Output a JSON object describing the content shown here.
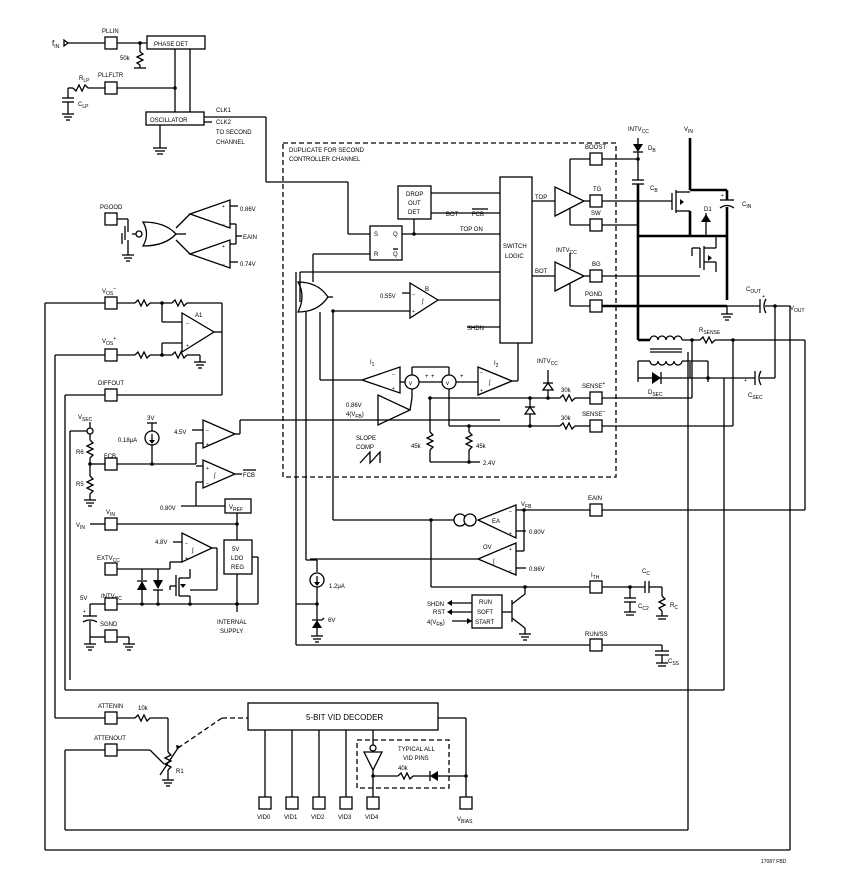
{
  "pins": {
    "fin": "f",
    "fin_sub": "IN",
    "pllin": "PLLIN",
    "pllfltr": "PLLFLTR",
    "pgood": "PGOOD",
    "vos_minus": "V",
    "vos_minus_sub": "OS",
    "vos_minus_sup": "–",
    "vos_plus": "V",
    "vos_plus_sub": "OS",
    "vos_plus_sup": "+",
    "diffout": "DIFFOUT",
    "vsec": "V",
    "vsec_sub": "SEC",
    "fcb": "FCB",
    "vin_left": "V",
    "vin_left_sub": "IN",
    "extvcc": "EXTV",
    "extvcc_sub": "CC",
    "intvcc_left": "INTV",
    "intvcc_left_sub": "CC",
    "sgnd": "SGND",
    "attenin": "ATTENIN",
    "attenout": "ATTENOUT",
    "boost": "BOOST",
    "tg": "TG",
    "sw": "SW",
    "bg": "BG",
    "pgnd": "PGND",
    "sense_plus": "SENSE",
    "sense_plus_sup": "+",
    "sense_minus": "SENSE",
    "sense_minus_sup": "–",
    "eain": "EAIN",
    "ith": "I",
    "ith_sub": "TH",
    "runss": "RUN/SS",
    "vid0": "VID0",
    "vid1": "VID1",
    "vid2": "VID2",
    "vid3": "VID3",
    "vid4": "VID4",
    "vbias": "V",
    "vbias_sub": "BIAS"
  },
  "blocks": {
    "phase_det": "PHASE DET",
    "oscillator": "OSCILLATOR",
    "clk1": "CLK1",
    "clk2_line1": "CLK2",
    "clk2_line2": "TO SECOND",
    "clk2_line3": "CHANNEL",
    "duplicate_line1": "DUPLICATE FOR SECOND",
    "duplicate_line2": "CONTROLLER CHANNEL",
    "drop_out_det_1": "DROP",
    "drop_out_det_2": "OUT",
    "drop_out_det_3": "DET",
    "switch_logic_1": "SWITCH",
    "switch_logic_2": "LOGIC",
    "bot": "BOT",
    "fcb_bar": "FCB",
    "top_on": "TOP ON",
    "top": "TOP",
    "bot2": "BOT",
    "shdn": "SHDN",
    "sr_s": "S",
    "sr_r": "R",
    "sr_q": "Q",
    "sr_qbar": "Q",
    "b_label": "B",
    "v055": "0.55V",
    "i1": "I",
    "i1_sub": "1",
    "i2": "I",
    "i2_sub": "2",
    "v086_top": "0.86V",
    "v4vfb": "4(V",
    "v4vfb_sub": "FB",
    "v4vfb_end": ")",
    "slope_comp_1": "SLOPE",
    "slope_comp_2": "COMP",
    "r30k_a": "30k",
    "r30k_b": "30k",
    "r45k_a": "45k",
    "r45k_b": "45k",
    "v24": "2.4V",
    "intvcc_mid": "INTV",
    "intvcc_mid_sub": "CC",
    "intvcc_bg": "INTV",
    "intvcc_bg_sub": "CC",
    "v086_pg": "0.86V",
    "v074_pg": "0.74V",
    "eain_pg": "EAIN",
    "a1": "A1",
    "v3": "3V",
    "i018": "0.18μA",
    "v45": "4.5V",
    "r6": "R6",
    "r5": "R5",
    "v080_ref": "0.80V",
    "vref": "V",
    "vref_sub": "REF",
    "v48": "4.8V",
    "ldo_1": "5V",
    "ldo_2": "LDO",
    "ldo_3": "REG",
    "internal_supply_1": "INTERNAL",
    "internal_supply_2": "SUPPLY",
    "v5": "5V",
    "i12": "1.2μA",
    "v6": "6V",
    "ea": "EA",
    "ov": "OV",
    "vfb": "V",
    "vfb_sub": "FB",
    "v080_ea": "0.80V",
    "v086_ov": "0.86V",
    "shdn_out": "SHDN",
    "rst_out": "RST",
    "v4vfb2": "4(V",
    "v4vfb2_sub": "FB",
    "v4vfb2_end": ")",
    "run_1": "RUN",
    "run_2": "SOFT",
    "run_3": "START",
    "vid_decoder": "5-BIT VID DECODER",
    "r10k": "10k",
    "r1": "R1",
    "typical_1": "TYPICAL ALL",
    "typical_2": "VID PINS",
    "r40k": "40k",
    "rlp": "R",
    "rlp_sub": "LP",
    "clp": "C",
    "clp_sub": "LP",
    "r50k": "50k"
  },
  "external": {
    "intvcc": "INTV",
    "intvcc_sub": "CC",
    "vin": "V",
    "vin_sub": "IN",
    "db": "D",
    "db_sub": "B",
    "cb": "C",
    "cb_sub": "B",
    "d1": "D1",
    "cin": "C",
    "cin_sub": "IN",
    "cout": "C",
    "cout_sub": "OUT",
    "vout": "V",
    "vout_sub": "OUT",
    "rsense": "R",
    "rsense_sub": "SENSE",
    "dsec": "D",
    "dsec_sub": "SEC",
    "csec": "C",
    "csec_sub": "SEC",
    "cc": "C",
    "cc_sub": "C",
    "cc2": "C",
    "cc2_sub": "C2",
    "rc": "R",
    "rc_sub": "C",
    "css": "C",
    "css_sub": "SS"
  },
  "figure_id": "17087 FBD"
}
